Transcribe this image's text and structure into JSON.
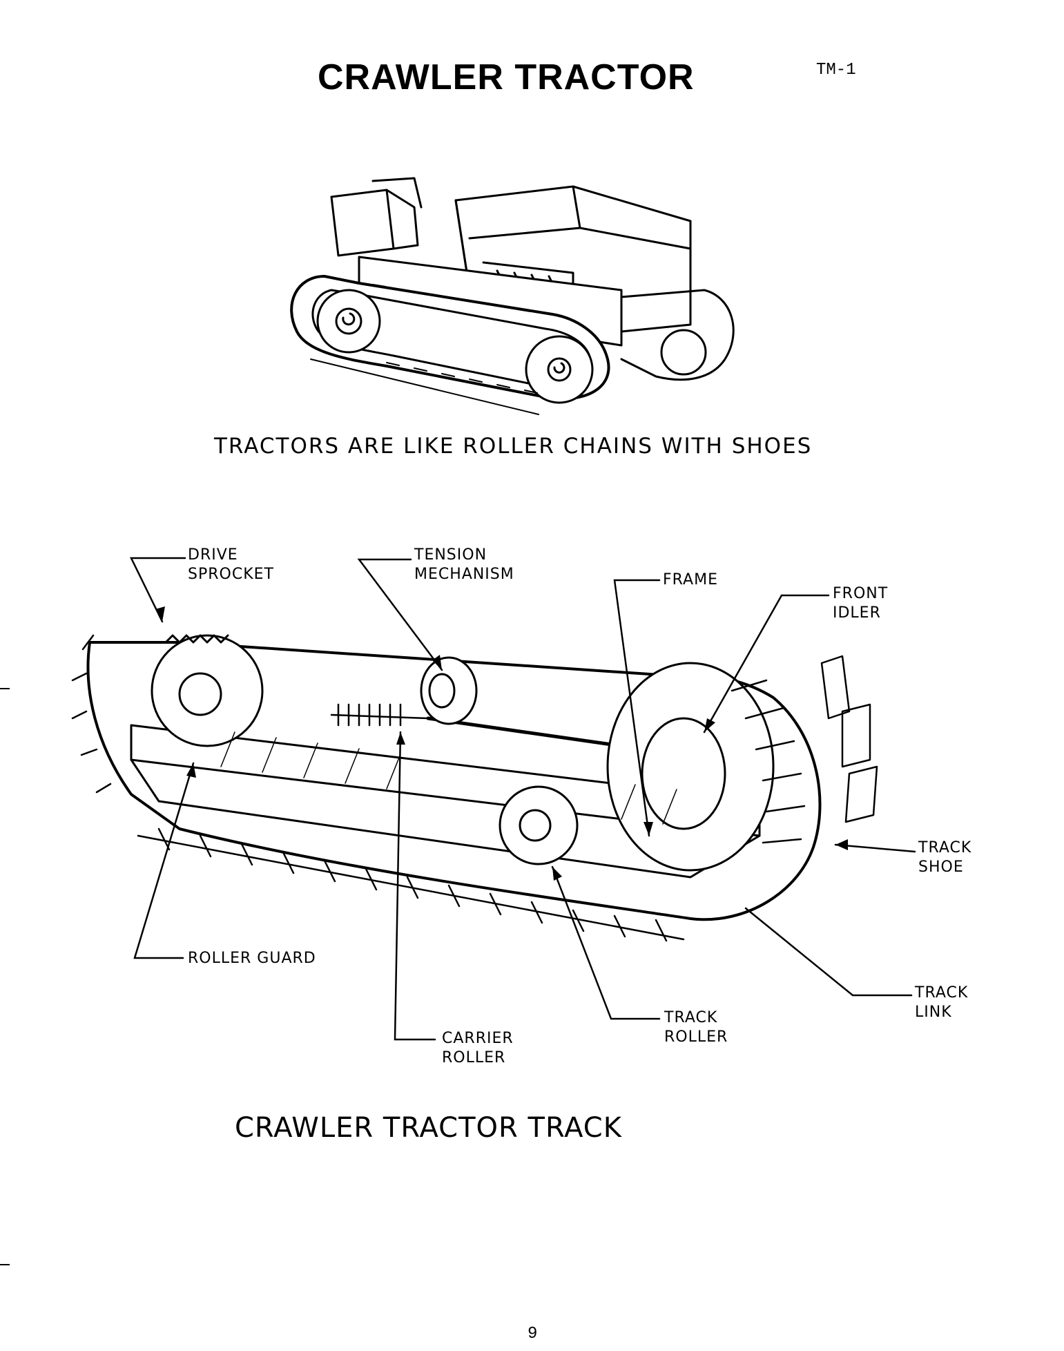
{
  "header": {
    "title": "CRAWLER TRACTOR",
    "page_code": "TM-1"
  },
  "figure_top": {
    "caption": "TRACTORS ARE LIKE ROLLER CHAINS WITH SHOES"
  },
  "figure_bottom": {
    "caption": "CRAWLER TRACTOR TRACK",
    "labels": {
      "drive_sprocket": [
        "DRIVE",
        "SPROCKET"
      ],
      "tension_mechanism": [
        "TENSION",
        "MECHANISM"
      ],
      "frame": "FRAME",
      "front_idler": [
        "FRONT",
        "IDLER"
      ],
      "track_shoe": [
        "TRACK",
        "SHOE"
      ],
      "track_link": [
        "TRACK",
        "LINK"
      ],
      "track_roller": [
        "TRACK",
        "ROLLER"
      ],
      "carrier_roller": [
        "CARRIER",
        "ROLLER"
      ],
      "roller_guard": "ROLLER GUARD"
    }
  },
  "footer": {
    "page_number": "9"
  }
}
